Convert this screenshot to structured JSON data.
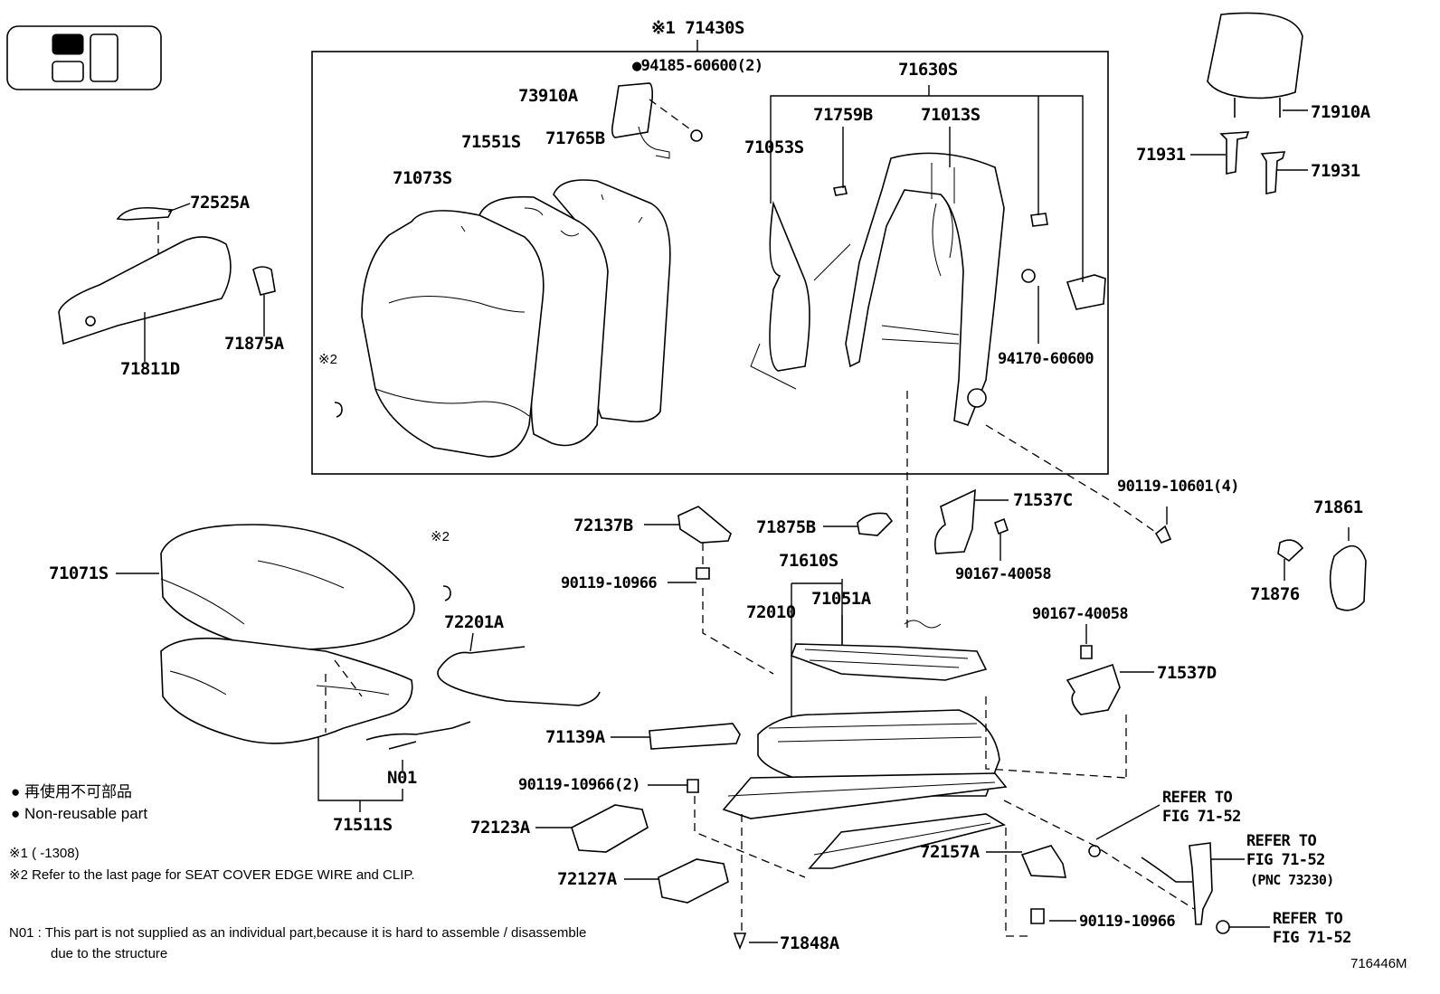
{
  "diagram_id": "716446M",
  "assembly_box_label": "※1 71430S",
  "parts": {
    "p94185": "●94185-60600(2)",
    "p73910A": "73910A",
    "p71630S": "71630S",
    "p71551S": "71551S",
    "p71765B": "71765B",
    "p71759B": "71759B",
    "p71013S": "71013S",
    "p71073S": "71073S",
    "p71053S": "71053S",
    "p72525A": "72525A",
    "p71811D": "71811D",
    "p71875A": "71875A",
    "p94170": "94170-60600",
    "p71910A": "71910A",
    "p71931a": "71931",
    "p71931b": "71931",
    "p90119_10601": "90119-10601(4)",
    "p71537C": "71537C",
    "p71875B": "71875B",
    "p72137B": "72137B",
    "p90167a": "90167-40058",
    "p71861": "71861",
    "p71876": "71876",
    "p90119_10966a": "90119-10966",
    "p71610S": "71610S",
    "p71051A": "71051A",
    "p72010": "72010",
    "p71071S": "71071S",
    "p72201A": "72201A",
    "p90167b": "90167-40058",
    "p71537D": "71537D",
    "p71139A": "71139A",
    "p90119_10966_2": "90119-10966(2)",
    "pN01": "N01",
    "p71511S": "71511S",
    "p72123A": "72123A",
    "p72127A": "72127A",
    "p72157A": "72157A",
    "p90119_10966b": "90119-10966",
    "p71848A": "71848A"
  },
  "refs": {
    "r1a": "REFER TO",
    "r1b": "FIG 71-52",
    "r2a": "REFER TO",
    "r2b": "FIG 71-52",
    "r2c": "(PNC 73230)",
    "r3a": "REFER TO",
    "r3b": "FIG 71-52"
  },
  "marks": {
    "m2a": "※2",
    "m2b": "※2"
  },
  "legend": {
    "jp": "● 再使用不可部品",
    "en": "● Non-reusable part"
  },
  "footnotes": {
    "f1": "※1 (      -1308)",
    "f2": "※2 Refer to the last page for SEAT COVER EDGE WIRE and CLIP.",
    "n01a": "N01 : This part is not supplied as an individual part,because it is hard to assemble / disassemble",
    "n01b": "due to the structure"
  }
}
